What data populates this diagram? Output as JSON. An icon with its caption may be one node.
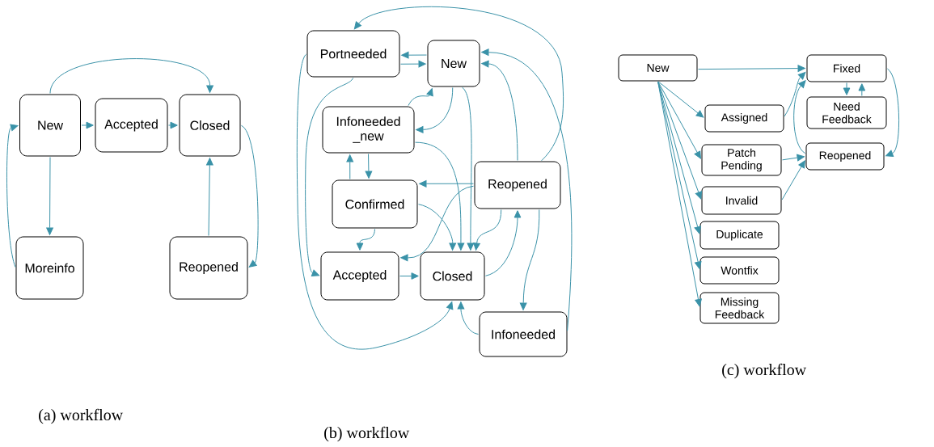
{
  "diagram": {
    "nodes": [
      {
        "text": [
          "New"
        ]
      },
      {
        "text": [
          "Accepted"
        ]
      },
      {
        "text": [
          "Closed"
        ]
      },
      {
        "text": [
          "Moreinfo"
        ]
      },
      {
        "text": [
          "Reopened"
        ]
      },
      {
        "text": [
          "Portneeded"
        ]
      },
      {
        "text": [
          "New"
        ]
      },
      {
        "text": [
          "Infoneeded _new"
        ]
      },
      {
        "text": [
          "Confirmed"
        ]
      },
      {
        "text": [
          "Reopened"
        ]
      },
      {
        "text": [
          "Accepted"
        ]
      },
      {
        "text": [
          "Closed"
        ]
      },
      {
        "text": [
          "Infoneeded"
        ]
      },
      {
        "text": [
          "New"
        ]
      },
      {
        "text": [
          "Fixed"
        ]
      },
      {
        "text": [
          "Need Feedback"
        ]
      },
      {
        "text": [
          "Assigned"
        ]
      },
      {
        "text": [
          "Reopened"
        ]
      },
      {
        "text": [
          "Patch Pending"
        ]
      },
      {
        "text": [
          "Invalid"
        ]
      },
      {
        "text": [
          "Duplicate"
        ]
      },
      {
        "text": [
          "Wontfix"
        ]
      },
      {
        "text": [
          "Missing Feedback"
        ]
      }
    ],
    "edges": [
      {
        "from": 0,
        "to": 1,
        "arrow": "to"
      },
      {
        "from": 1,
        "to": 2,
        "arrow": "to"
      },
      {
        "from": 0,
        "to": 2,
        "arrow": "to"
      },
      {
        "from": 0,
        "to": 3,
        "arrow": "to"
      },
      {
        "from": 3,
        "to": 0,
        "arrow": "to"
      },
      {
        "from": 4,
        "to": 2,
        "arrow": "to"
      },
      {
        "from": 2,
        "to": 4,
        "arrow": "to"
      },
      {
        "from": 6,
        "to": 5,
        "arrow": "to"
      },
      {
        "from": 5,
        "to": 6,
        "arrow": "to"
      },
      {
        "from": 9,
        "to": 5,
        "arrow": "to"
      },
      {
        "from": 9,
        "to": 6,
        "arrow": "to"
      },
      {
        "from": 12,
        "to": 6,
        "arrow": "to"
      },
      {
        "from": 7,
        "to": 6,
        "arrow": "to"
      },
      {
        "from": 6,
        "to": 7,
        "arrow": "to"
      },
      {
        "from": 6,
        "to": 11,
        "arrow": "to"
      },
      {
        "from": 7,
        "to": 11,
        "arrow": "to"
      },
      {
        "from": 8,
        "to": 11,
        "arrow": "to"
      },
      {
        "from": 9,
        "to": 11,
        "arrow": "to"
      },
      {
        "from": 11,
        "to": 9,
        "arrow": "to"
      },
      {
        "from": 9,
        "to": 12,
        "arrow": "to"
      },
      {
        "from": 12,
        "to": 11,
        "arrow": "to"
      },
      {
        "from": 9,
        "to": 8,
        "arrow": "to"
      },
      {
        "from": 9,
        "to": 10,
        "arrow": "to"
      },
      {
        "from": 8,
        "to": 10,
        "arrow": "to"
      },
      {
        "from": 10,
        "to": 11,
        "arrow": "to"
      },
      {
        "from": 7,
        "to": 8,
        "arrow": "to"
      },
      {
        "from": 8,
        "to": 7,
        "arrow": "to"
      },
      {
        "from": 5,
        "to": 10,
        "arrow": "to"
      },
      {
        "from": 5,
        "to": 11,
        "arrow": "to"
      },
      {
        "from": 13,
        "to": 14,
        "arrow": "to"
      },
      {
        "from": 13,
        "to": 16,
        "arrow": "to"
      },
      {
        "from": 13,
        "to": 18,
        "arrow": "to"
      },
      {
        "from": 13,
        "to": 19,
        "arrow": "to"
      },
      {
        "from": 13,
        "to": 20,
        "arrow": "to"
      },
      {
        "from": 13,
        "to": 21,
        "arrow": "to"
      },
      {
        "from": 13,
        "to": 22,
        "arrow": "to"
      },
      {
        "from": 16,
        "to": 14,
        "arrow": "to"
      },
      {
        "from": 14,
        "to": 15,
        "arrow": "to"
      },
      {
        "from": 15,
        "to": 14,
        "arrow": "to"
      },
      {
        "from": 14,
        "to": 17,
        "arrow": "to"
      },
      {
        "from": 17,
        "to": 14,
        "arrow": "to"
      },
      {
        "from": 18,
        "to": 17,
        "arrow": "to"
      },
      {
        "from": 19,
        "to": 17,
        "arrow": "to"
      }
    ],
    "labels": [
      "(c) workflow",
      "(a) workflow",
      "(b) workflow"
    ]
  }
}
